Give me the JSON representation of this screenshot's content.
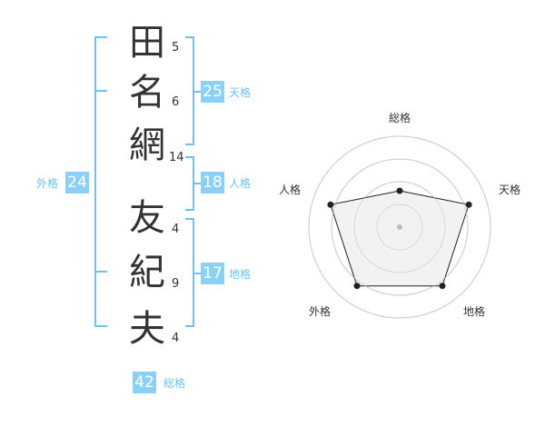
{
  "name": {
    "surname": [
      {
        "char": "田",
        "strokes": "5"
      },
      {
        "char": "名",
        "strokes": "6"
      },
      {
        "char": "網",
        "strokes": "14"
      }
    ],
    "given": [
      {
        "char": "友",
        "strokes": "4"
      },
      {
        "char": "紀",
        "strokes": "9"
      },
      {
        "char": "夫",
        "strokes": "4"
      }
    ]
  },
  "fortunes": {
    "tenkaku": {
      "label": "天格",
      "value": "25"
    },
    "jinkaku": {
      "label": "人格",
      "value": "18"
    },
    "chikaku": {
      "label": "地格",
      "value": "17"
    },
    "gaikaku": {
      "label": "外格",
      "value": "24"
    },
    "soukaku": {
      "label": "総格",
      "value": "42"
    }
  },
  "chart_data": {
    "type": "radar",
    "axes": [
      "総格",
      "天格",
      "地格",
      "外格",
      "人格"
    ],
    "values": [
      2,
      4,
      4,
      4,
      4
    ],
    "max": 5,
    "rings": 4,
    "colors": {
      "fill": "#f0f0f0",
      "stroke": "#222222",
      "grid": "#cccccc",
      "center": "#bbbbbb"
    }
  },
  "colors": {
    "accent": "#8cd0f8",
    "accent_text": "#6fc2ee",
    "text": "#333333"
  }
}
